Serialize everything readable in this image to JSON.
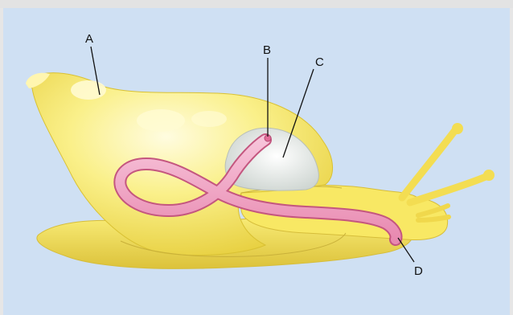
{
  "labels": {
    "a": "A",
    "b": "B",
    "c": "C",
    "d": "D"
  },
  "colors": {
    "background": "#cfe0f3",
    "body_yellow": "#f9ec6e",
    "body_shadow": "#d9c133",
    "shell_highlight": "#fffbd2",
    "lung_cavity": "#e9eeef",
    "gut_pink": "#f1a8c6",
    "gut_outline": "#c4567f",
    "leader_line": "#111111"
  }
}
